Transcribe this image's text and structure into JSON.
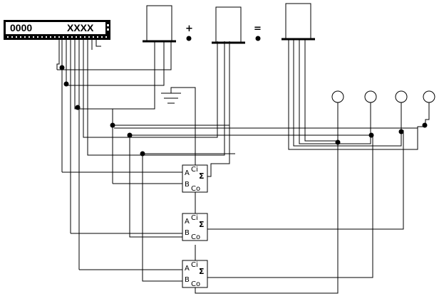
{
  "word_generator": {
    "address": "0000",
    "value": "XXXX"
  },
  "operators": {
    "plus": "+",
    "equals": "="
  },
  "adders": [
    {
      "a": "A",
      "b": "B",
      "ci": "Ci",
      "co": "Co",
      "sum": "Σ"
    },
    {
      "a": "A",
      "b": "B",
      "ci": "Ci",
      "co": "Co",
      "sum": "Σ"
    },
    {
      "a": "A",
      "b": "B",
      "ci": "Ci",
      "co": "Co",
      "sum": "Σ"
    }
  ],
  "probes": [
    {
      "icon": "probe-lamp-icon"
    },
    {
      "icon": "probe-lamp-icon"
    },
    {
      "icon": "probe-lamp-icon"
    },
    {
      "icon": "probe-lamp-icon"
    }
  ]
}
